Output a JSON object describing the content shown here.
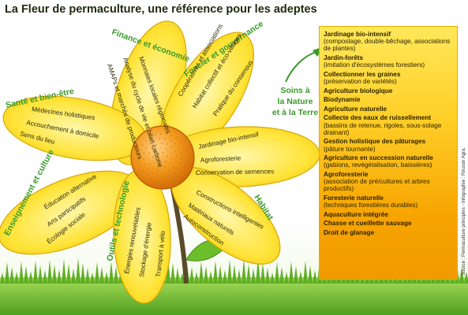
{
  "title": "La Fleur de permaculture, une référence pour les adeptes",
  "source": "Source : Permaculture principles - Infographie : Réussir Agra.",
  "center_label": {
    "lines": [
      "Soins à",
      "la Nature",
      "et à la Terre"
    ]
  },
  "petals": [
    {
      "id": "finance",
      "title": "Finance et économie",
      "items": [
        "Monnaies locales régionales",
        "Analyse du cycle de vie et bilan carbone",
        "AMAPs et marchés de producteurs"
      ]
    },
    {
      "id": "foncier",
      "title": "Foncier et gouvernance",
      "items": [
        "Coopératives et associations",
        "Habitat collectif et éco-villages",
        "Pratique du consensus"
      ]
    },
    {
      "id": "sante",
      "title": "Santé et bien-être",
      "items": [
        "Médecines holistiques",
        "Accouchement à domicile",
        "Sens du lieu"
      ]
    },
    {
      "id": "nature",
      "title": "",
      "items": [
        "Jardinage bio-intensif",
        "Agroforesterie",
        "Conservation de semences"
      ]
    },
    {
      "id": "enseignement",
      "title": "Enseignement et culture",
      "items": [
        "Éducation alternative",
        "Arts participatifs",
        "Écologie sociale"
      ]
    },
    {
      "id": "outils",
      "title": "Outils et technologie",
      "items": [
        "Énergies renouvelables",
        "Stockage d'énergie",
        "Transport à vélo"
      ]
    },
    {
      "id": "habitat",
      "title": "Habitat",
      "items": [
        "Constructions intelligentes",
        "Matériaux naturels",
        "Autoconstruction"
      ]
    }
  ],
  "practices": [
    {
      "name": "Jardinage bio-intensif",
      "detail": "(compostage, double-bêchage, associations de plantes)"
    },
    {
      "name": "Jardin-forêts",
      "detail": "(imitation d'écosystèmes forestiers)"
    },
    {
      "name": "Collectionner les graines",
      "detail": "(préservation de variétés)"
    },
    {
      "name": "Agriculture biologique",
      "detail": ""
    },
    {
      "name": "Biodynamie",
      "detail": ""
    },
    {
      "name": "Agriculture naturelle",
      "detail": ""
    },
    {
      "name": "Collecte des eaux de ruissellement",
      "detail": "(bassins de retenue, rigoles, sous-solage drainant)"
    },
    {
      "name": "Gestion holistique des pâturages",
      "detail": "(pâture tournante)"
    },
    {
      "name": "Agriculture en succession naturelle",
      "detail": "(gabions, revégétalisation, baissières)"
    },
    {
      "name": "Agroforesterie",
      "detail": "(association de pré/cultures et arbres productifs)"
    },
    {
      "name": "Foresterie naturelle",
      "detail": "(techniques forestières durables)"
    },
    {
      "name": "Aquaculture intégrée",
      "detail": ""
    },
    {
      "name": "Chasse et cueillette sauvage",
      "detail": ""
    },
    {
      "name": "Droit de glanage",
      "detail": ""
    }
  ],
  "colors": {
    "petal": "#ffe43a",
    "petal_edge": "#d9a800",
    "center": "#f08a10",
    "stem": "#5a4a2a",
    "green_title": "#3a9a2a",
    "grass": "#6cbf2a"
  }
}
